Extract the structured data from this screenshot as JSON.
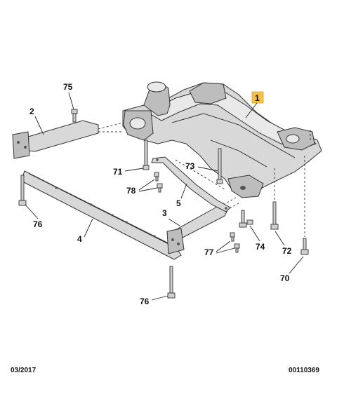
{
  "diagram": {
    "callouts": {
      "p1": "1",
      "p2": "2",
      "p3": "3",
      "p4": "4",
      "p5": "5",
      "p70": "70",
      "p71": "71",
      "p72": "72",
      "p73": "73",
      "p74": "74",
      "p75": "75",
      "p76a": "76",
      "p76b": "76",
      "p77": "77",
      "p78": "78"
    },
    "highlight_color": "#f5c04a",
    "part_color": "#d8d8d8"
  },
  "footer": {
    "date": "03/2017",
    "reference": "00110369"
  }
}
